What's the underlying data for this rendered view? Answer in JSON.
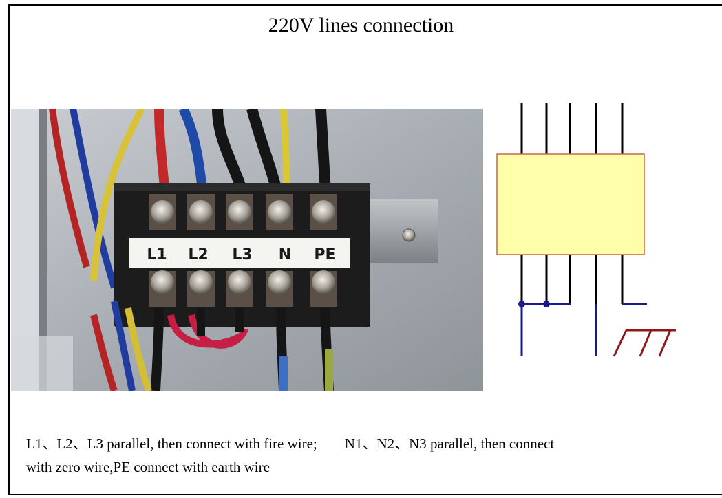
{
  "title": "220V lines connection",
  "photo": {
    "terminal_labels": [
      "L1",
      "L2",
      "L3",
      "N",
      "PE"
    ]
  },
  "caption": {
    "line1_left": "L1、L2、L3 parallel, then connect with fire wire;",
    "line1_right": "N1、N2、N3 parallel, then connect",
    "line2": "with zero wire,PE connect with earth wire"
  },
  "colors": {
    "block_fill": "#ffffaa",
    "block_stroke": "#cc6644",
    "wire_black": "#000000",
    "wire_blue": "#1a1a8c",
    "earth_red": "#8b1a1a"
  }
}
